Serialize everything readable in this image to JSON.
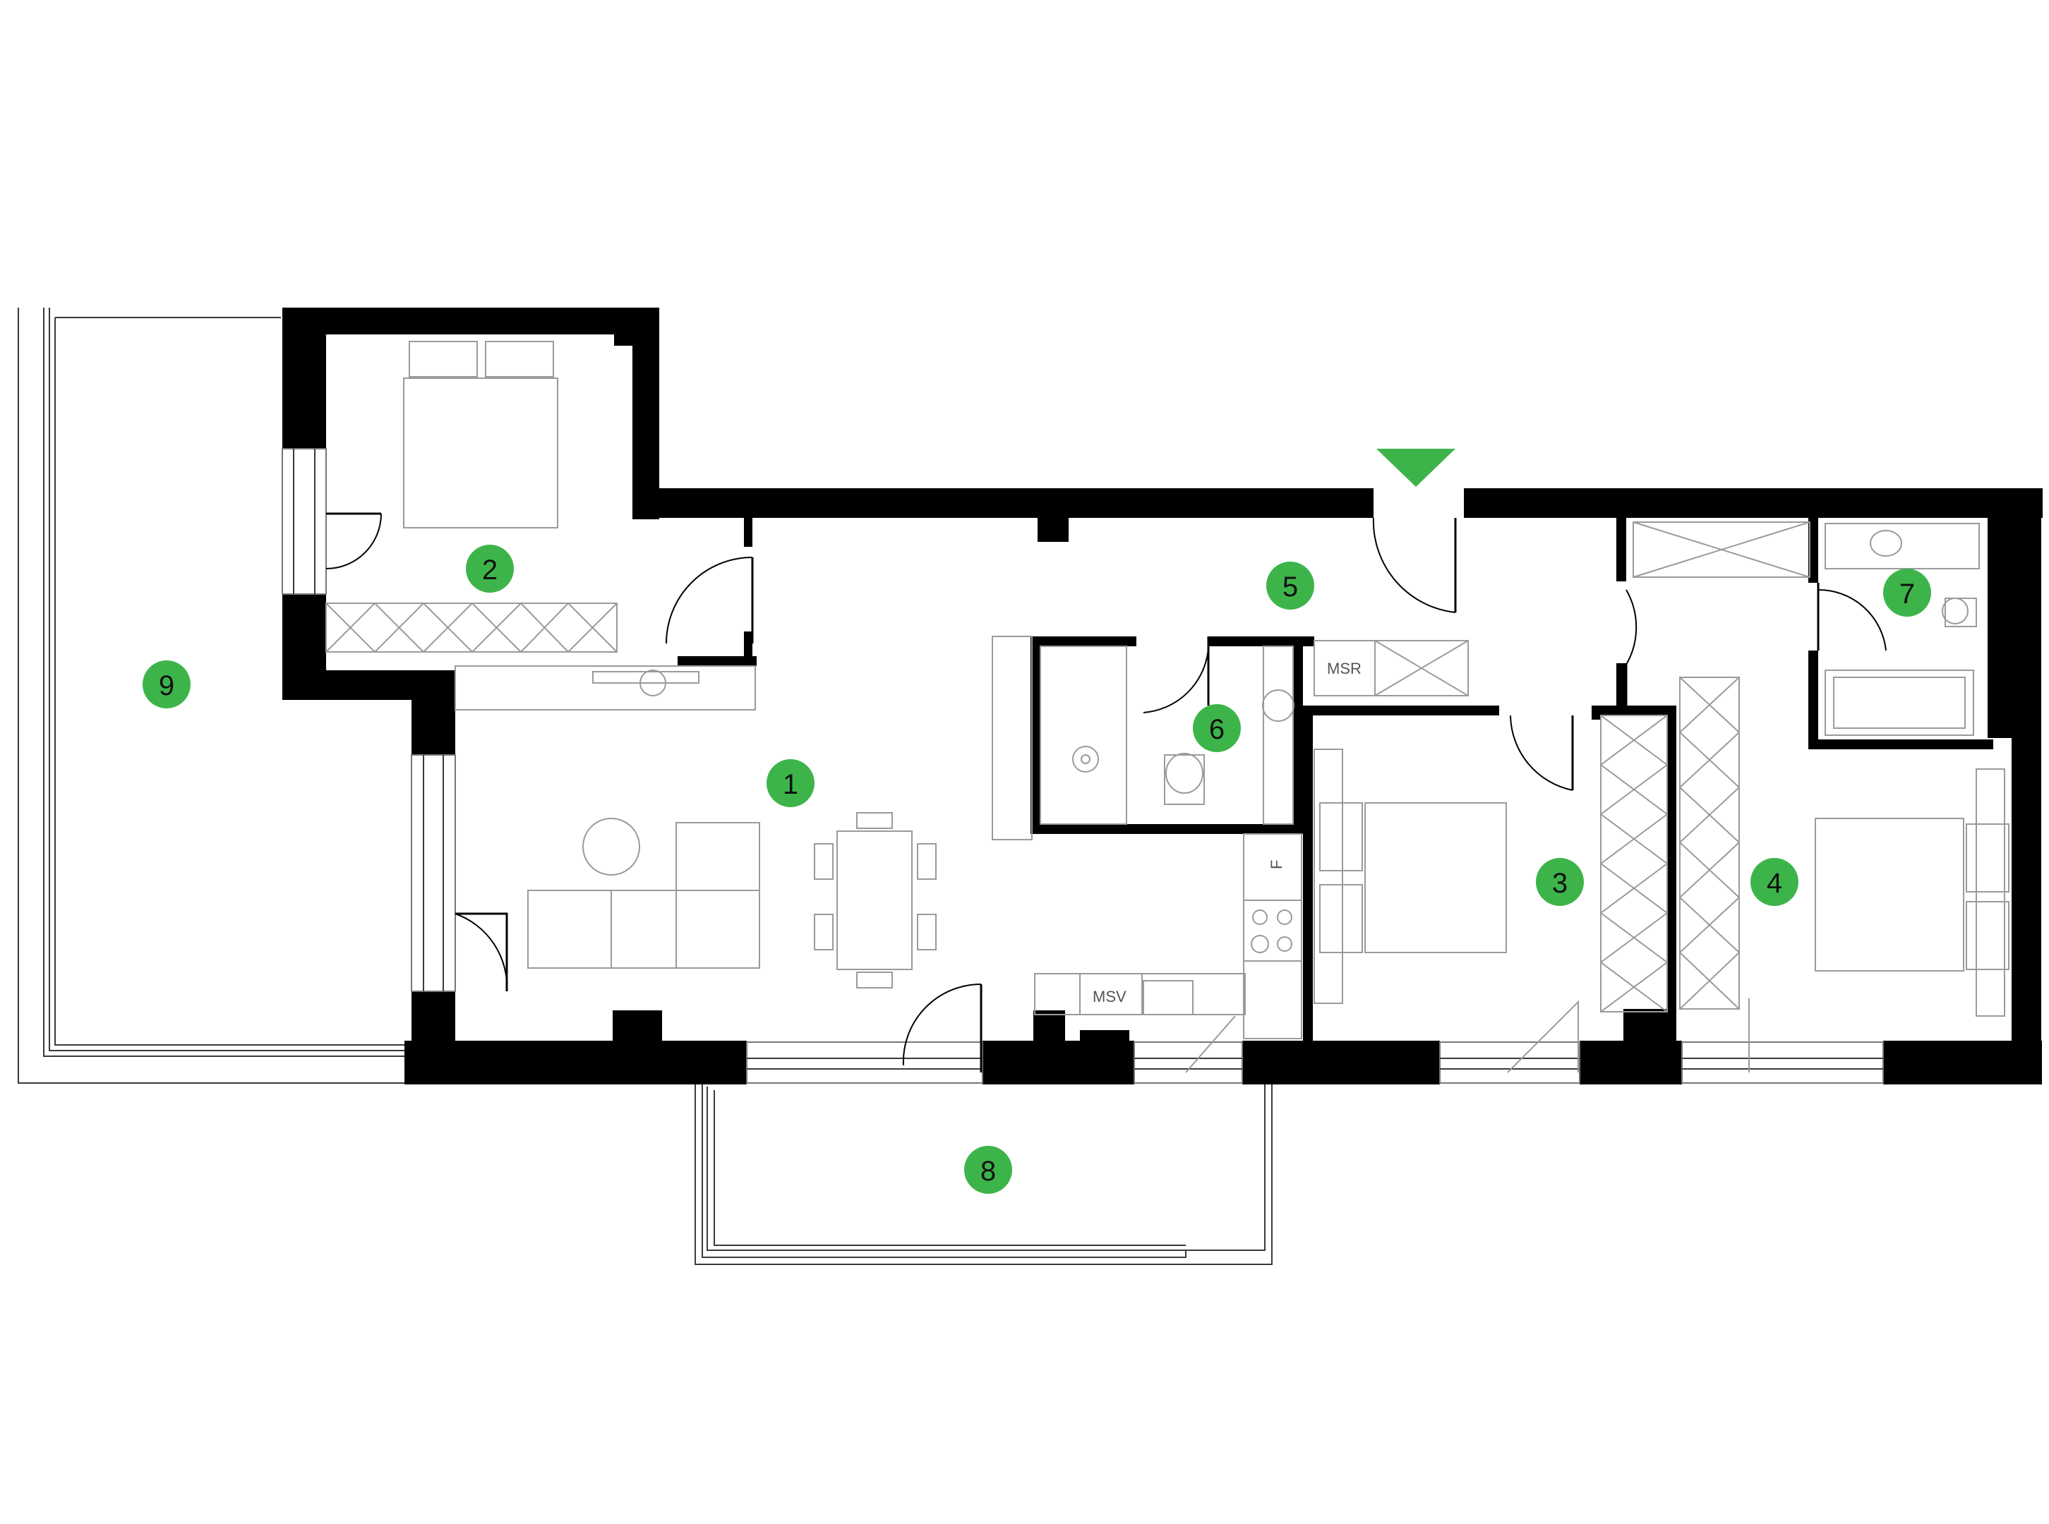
{
  "plan": {
    "accent_color": "#3db44a",
    "wall_color": "#000000",
    "entrance_marker": "entrance-triangle",
    "rooms": [
      {
        "id": "1",
        "label": "1"
      },
      {
        "id": "2",
        "label": "2"
      },
      {
        "id": "3",
        "label": "3"
      },
      {
        "id": "4",
        "label": "4"
      },
      {
        "id": "5",
        "label": "5"
      },
      {
        "id": "6",
        "label": "6"
      },
      {
        "id": "7",
        "label": "7"
      },
      {
        "id": "8",
        "label": "8"
      },
      {
        "id": "9",
        "label": "9"
      }
    ],
    "fixture_labels": {
      "msr": "MSR",
      "msv": "MSV",
      "fridge": "F"
    }
  }
}
